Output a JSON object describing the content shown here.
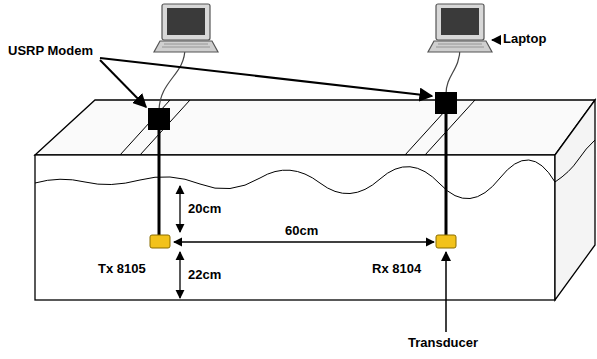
{
  "diagram": {
    "labels": [
      "USRP Modem",
      "Laptop",
      "20cm",
      "60cm",
      "22cm",
      "Tx 8105",
      "Rx 8104",
      "Transducer"
    ]
  }
}
